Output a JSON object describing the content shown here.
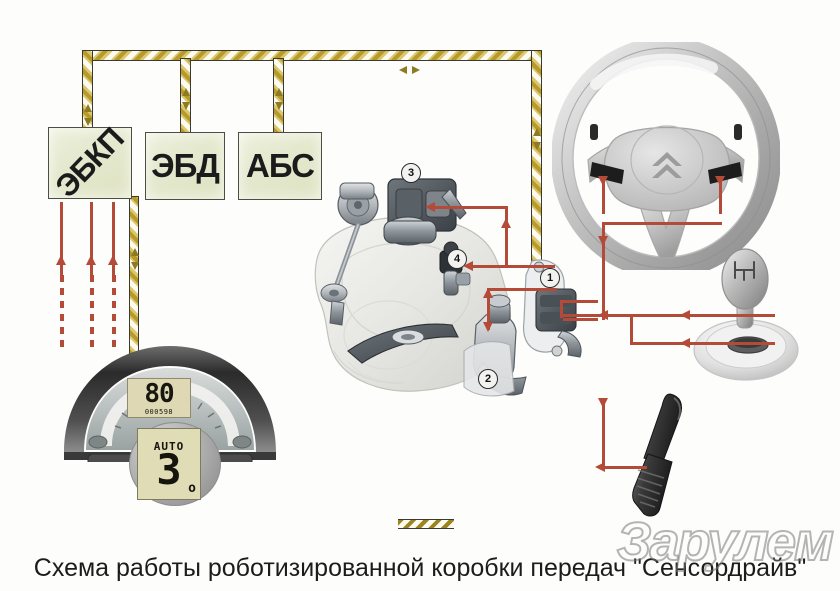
{
  "diagram": {
    "caption": "Схема работы роботизированной коробки передач \"Сенсордрайв\"",
    "watermark": "Зарулем",
    "colors": {
      "signal_wire": "#b34b38",
      "can_bus_stripe": "#b79a2a",
      "can_bus_light": "#fdfbef",
      "ecu_fill": "#e4e8cd",
      "ecu_border": "#4d4d45",
      "background": "#fdfdfc"
    }
  },
  "ecus": [
    {
      "label": "ЭБКП",
      "name": "ecu-gearbox"
    },
    {
      "label": "ЭБД",
      "name": "ecu-engine"
    },
    {
      "label": "АБС",
      "name": "ecu-abs"
    }
  ],
  "callouts": [
    {
      "number": "1",
      "name": "callout-gear-actuator"
    },
    {
      "number": "2",
      "name": "callout-clutch-actuator"
    },
    {
      "number": "3",
      "name": "callout-selector-actuator"
    },
    {
      "number": "4",
      "name": "callout-position-sensor"
    }
  ],
  "cluster": {
    "speed_value": "80",
    "speed_unit": "000598",
    "mode_label": "AUTO",
    "gear_value": "3",
    "gear_suffix": "o"
  },
  "components": {
    "steering_wheel": "steering-wheel",
    "gear_lever": "gear-lever",
    "accelerator_pedal": "accelerator-pedal",
    "gearbox": "robotized-gearbox",
    "instrument_cluster": "instrument-cluster"
  }
}
